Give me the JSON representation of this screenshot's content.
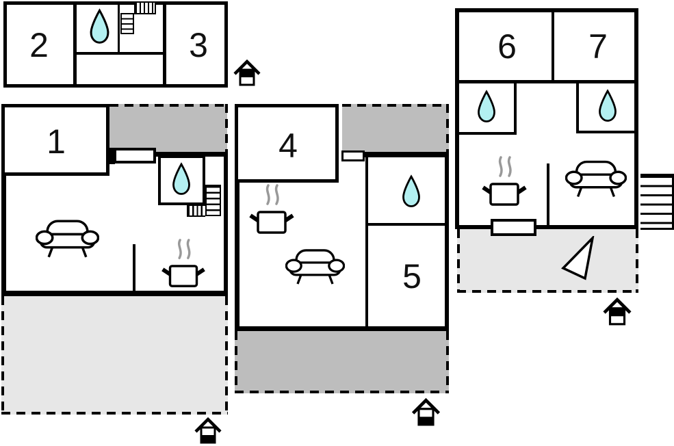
{
  "rooms": {
    "r1": "1",
    "r2": "2",
    "r3": "3",
    "r4": "4",
    "r5": "5",
    "r6": "6",
    "r7": "7"
  },
  "colors": {
    "wall": "#000000",
    "balcony": "#bdbdbd",
    "terrace": "#e7e7e7",
    "water": "#b3f0f1",
    "steam": "#999999",
    "background": "#ffffff"
  },
  "plan": {
    "type": "property-floorplan",
    "buildings": [
      {
        "name": "upper-floor-left",
        "rooms": [
          "2",
          "3"
        ],
        "icons": [
          "water-drop",
          "staircase",
          "entrance-house"
        ]
      },
      {
        "name": "ground-floor-left",
        "rooms": [
          "1"
        ],
        "icons": [
          "water-drop",
          "staircase",
          "sofa",
          "stove-pot",
          "balcony",
          "terrace",
          "entrance-house"
        ]
      },
      {
        "name": "middle-unit",
        "rooms": [
          "4",
          "5"
        ],
        "icons": [
          "water-drop",
          "sofa",
          "stove-pot",
          "balcony",
          "terrace",
          "entrance-house"
        ]
      },
      {
        "name": "right-unit",
        "rooms": [
          "6",
          "7"
        ],
        "icons": [
          "water-drop",
          "water-drop",
          "sofa",
          "stove-pot",
          "external-stairs",
          "terrace",
          "direction-arrow",
          "entrance-house"
        ]
      }
    ]
  }
}
